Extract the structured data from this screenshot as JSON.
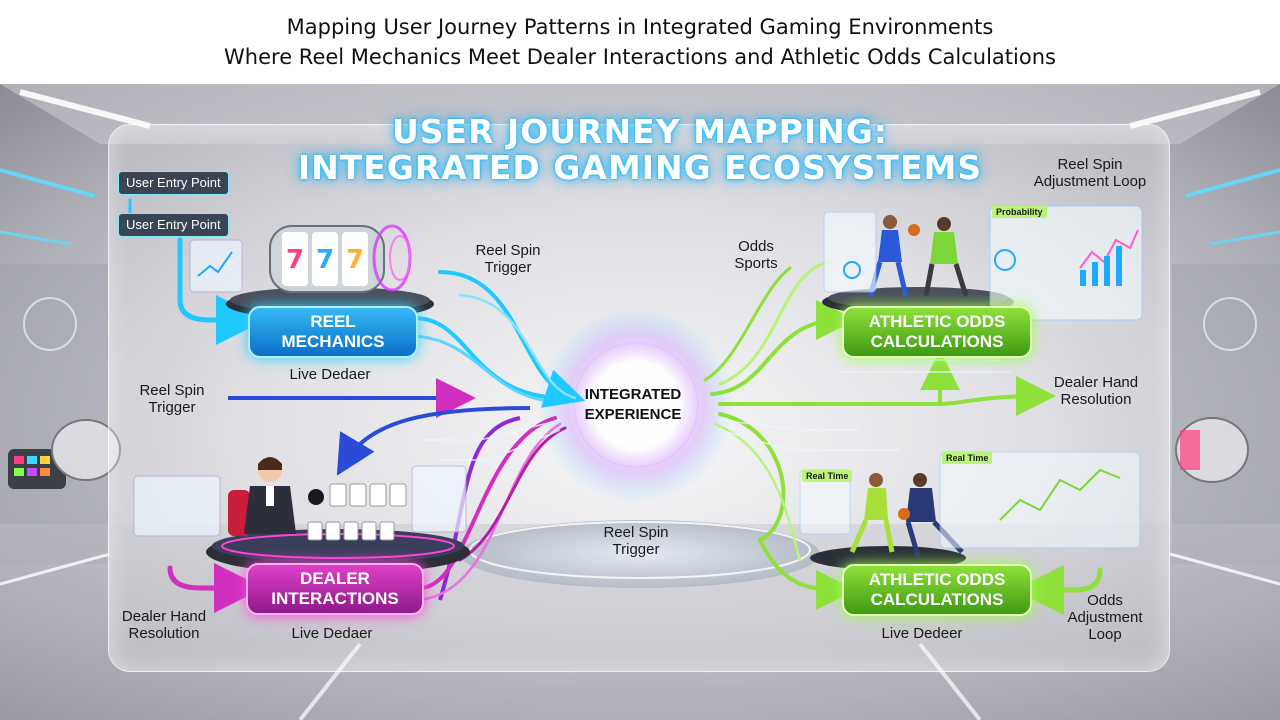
{
  "header": {
    "line1": "Mapping User Journey Patterns in Integrated Gaming Environments",
    "line2": "Where Reel Mechanics Meet Dealer Interactions and Athletic Odds Calculations"
  },
  "title": {
    "line1": "USER JOURNEY MAPPING:",
    "line2": "INTEGRATED GAMING ECOSYSTEMS"
  },
  "entry_points": [
    "User Entry Point",
    "User Entry Point"
  ],
  "hub": {
    "line1": "INTEGRATED",
    "line2": "EXPERIENCE"
  },
  "nodes": {
    "reel": {
      "line1": "REEL",
      "line2": "MECHANICS"
    },
    "dealer": {
      "line1": "DEALER",
      "line2": "INTERACTIONS"
    },
    "odds_top": {
      "line1": "ATHLETIC ODDS",
      "line2": "CALCULATIONS"
    },
    "odds_bottom": {
      "line1": "ATHLETIC ODDS",
      "line2": "CALCULATIONS"
    }
  },
  "labels": {
    "reel_spin_trigger_top": {
      "line1": "Reel Spin",
      "line2": "Trigger"
    },
    "reel_spin_trigger_left": {
      "line1": "Reel Spin",
      "line2": "Trigger"
    },
    "reel_spin_trigger_bottom": {
      "line1": "Reel Spin",
      "line2": "Trigger"
    },
    "live_dealer_top": "Live Dedaer",
    "live_dealer_bottom_left": "Live Dedaer",
    "live_dealer_bottom_right": "Live Dedeer",
    "odds_sports": {
      "line1": "Odds",
      "line2": "Sports"
    },
    "reel_spin_adjustment_loop": {
      "line1": "Reel Spin",
      "line2": "Adjustment Loop"
    },
    "dealer_hand_resolution_right": {
      "line1": "Dealer Hand",
      "line2": "Resolution"
    },
    "dealer_hand_resolution_left": {
      "line1": "Dealer Hand",
      "line2": "Resolution"
    },
    "odds_adjustment_loop": {
      "line1": "Odds",
      "line2": "Adjustment",
      "line3": "Loop"
    }
  },
  "mini_tags": {
    "probability": "Probability",
    "real_time_top": "Real Time",
    "real_time_left": "Real Time"
  },
  "colors": {
    "reel": "#1aa7ff",
    "dealer": "#d12fc0",
    "odds": "#8ee03a",
    "title_glow": "#2bd3ff"
  }
}
